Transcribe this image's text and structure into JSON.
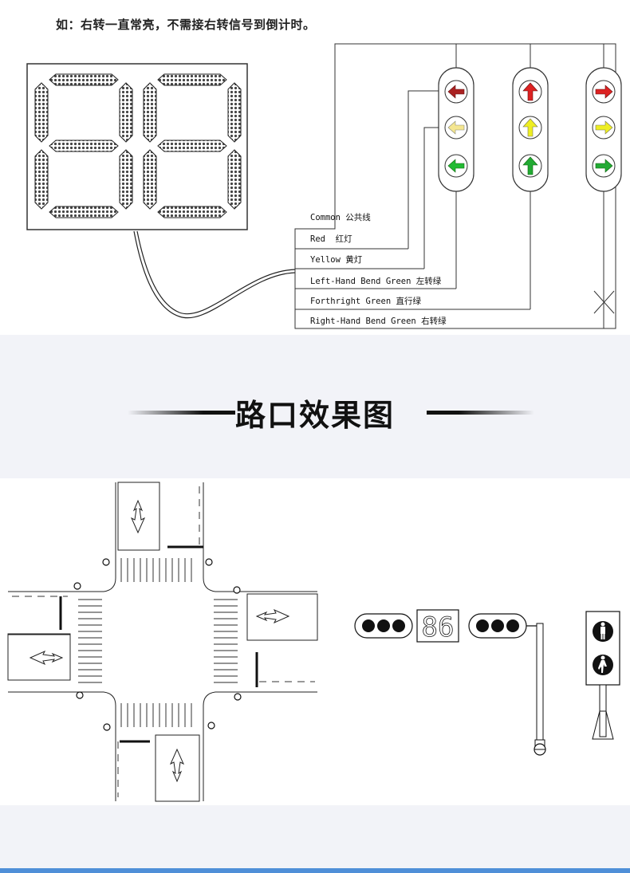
{
  "instruction": "如：右转一直常亮，不需接右转信号到倒计时。",
  "countdown_display": {
    "digits": "88"
  },
  "signal_arrows": {
    "left": {
      "red": "#cc2222",
      "yellow": "#e8d020",
      "green": "#22aa33"
    },
    "straight": {
      "red": "#dd2222",
      "yellow": "#eedd22",
      "green": "#22aa33"
    },
    "right": {
      "red": "#dd2222",
      "yellow": "#eedd22",
      "green": "#22aa33"
    }
  },
  "wiring_labels": [
    {
      "en": "Common",
      "cn": "公共线"
    },
    {
      "en": "Red",
      "cn": "红灯"
    },
    {
      "en": "Yellow",
      "cn": "黄灯"
    },
    {
      "en": "Left-Hand Bend Green",
      "cn": "左转绿"
    },
    {
      "en": "Forthright Green",
      "cn": "直行绿"
    },
    {
      "en": "Right-Hand Bend Green",
      "cn": "右转绿"
    }
  ],
  "section_title": "路口效果图",
  "signal_head_display": "86",
  "colors": {
    "accent": "#4f8fd8",
    "section_bg": "#f2f3f8"
  }
}
